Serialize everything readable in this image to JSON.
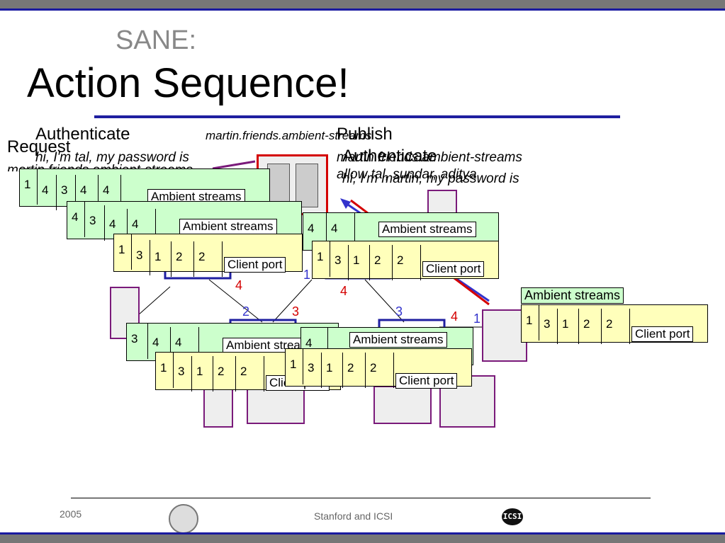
{
  "slide": {
    "subtitle": "SANE:",
    "title": "Action Sequence!"
  },
  "texts": {
    "authenticate_left": "Authenticate",
    "request": "Request",
    "hi_tal": "hi, I'm tal, my password is",
    "martin_friends_streams": "martin.friends.ambient-streams",
    "martin_friends_ambient_top": "martin.friends.ambient-streams",
    "publish": "Publish",
    "authenticate_right": "Authenticate",
    "martin_friends_ambient_right": "martin.friends.ambient-streams",
    "allow": "allow tal, sundar, aditya",
    "hi_martin": "hi, I'm martin, my password is"
  },
  "packet_labels": {
    "ambient": "Ambient streams",
    "client": "Client port"
  },
  "link_numbers": {
    "n4a": "4",
    "n1a": "1",
    "n4b": "4",
    "n2": "2",
    "n3a": "3",
    "n3b": "3",
    "n4c": "4",
    "n1b": "1"
  },
  "packet_numbers": {
    "p1": [
      "1",
      "4",
      "3",
      "4",
      "4"
    ],
    "p2": [
      "4",
      "3",
      "4",
      "4"
    ],
    "p3": [
      "1",
      "3",
      "1",
      "2",
      "2"
    ],
    "p4": [
      "4",
      "4"
    ],
    "p5": [
      "1",
      "3",
      "1",
      "2",
      "2"
    ],
    "p6": [
      "1",
      "3",
      "1",
      "2",
      "2"
    ],
    "p7": [
      "3",
      "4",
      "4"
    ],
    "p8": [
      "1",
      "3",
      "1",
      "2",
      "2"
    ],
    "p9": [
      "4"
    ],
    "p10": [
      "1",
      "3",
      "1",
      "2",
      "2"
    ]
  },
  "footer": {
    "year": "2005",
    "center": "Stanford and ICSI",
    "icsi_logo": "ICSI"
  },
  "colors": {
    "blue_rule": "#1f1fa0",
    "red": "#d40000",
    "blue": "#3333cc",
    "green_packet": "#ccffcc",
    "yellow_packet": "#ffffbb",
    "node_border": "#7a1a7a"
  }
}
